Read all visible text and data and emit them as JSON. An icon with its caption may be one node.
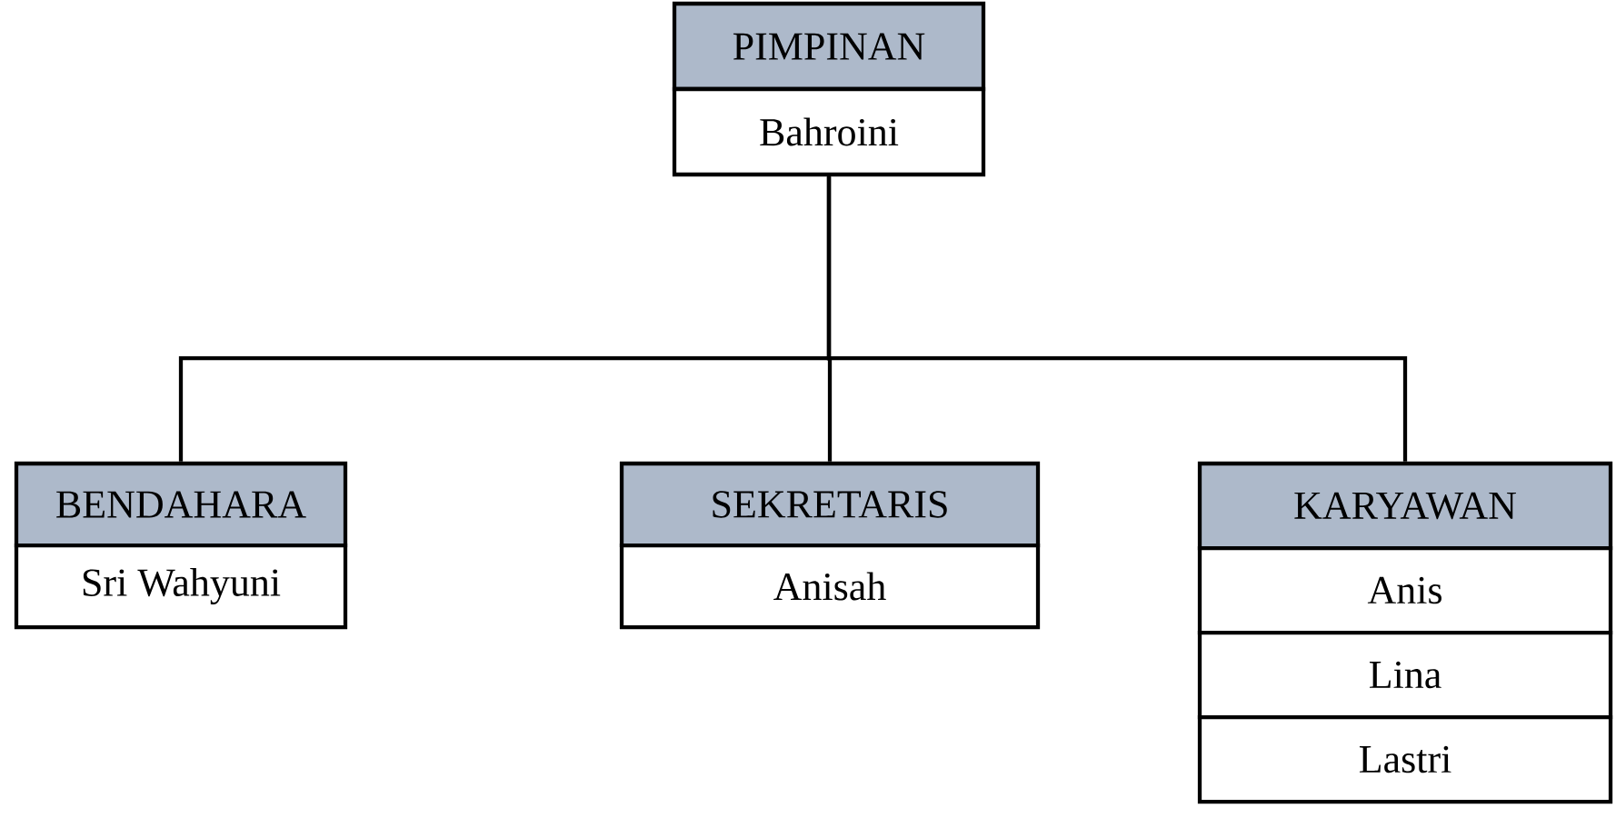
{
  "diagram": {
    "nodes": [
      {
        "text": [
          "PIMPINAN",
          "Bahroini"
        ]
      },
      {
        "text": [
          "BENDAHARA",
          "Sri Wahyuni"
        ]
      },
      {
        "text": [
          "SEKRETARIS",
          "Anisah"
        ]
      },
      {
        "text": [
          "KARYAWAN",
          "Anis",
          "Lina",
          "Lastri"
        ]
      }
    ],
    "edges": [
      {
        "from": 0,
        "to": 1,
        "arrow": "none"
      },
      {
        "from": 0,
        "to": 2,
        "arrow": "none"
      },
      {
        "from": 0,
        "to": 3,
        "arrow": "none"
      }
    ]
  }
}
